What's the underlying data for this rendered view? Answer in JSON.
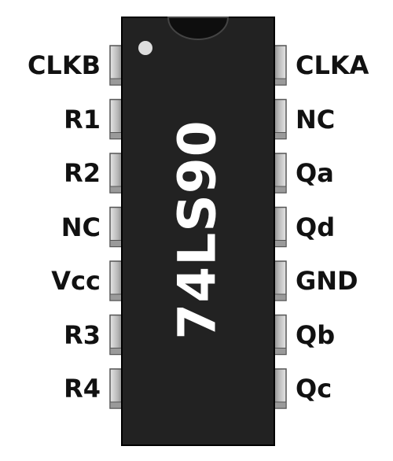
{
  "chip": {
    "part_number": "74LS90",
    "body_color": "#202020",
    "pin_color": "#c8c8c8",
    "dot_color": "#dddddd"
  },
  "pins": {
    "left": [
      "CLKB",
      "R1",
      "R2",
      "NC",
      "Vcc",
      "R3",
      "R4"
    ],
    "right": [
      "CLKA",
      "NC",
      "Qa",
      "Qd",
      "GND",
      "Qb",
      "Qc"
    ]
  }
}
